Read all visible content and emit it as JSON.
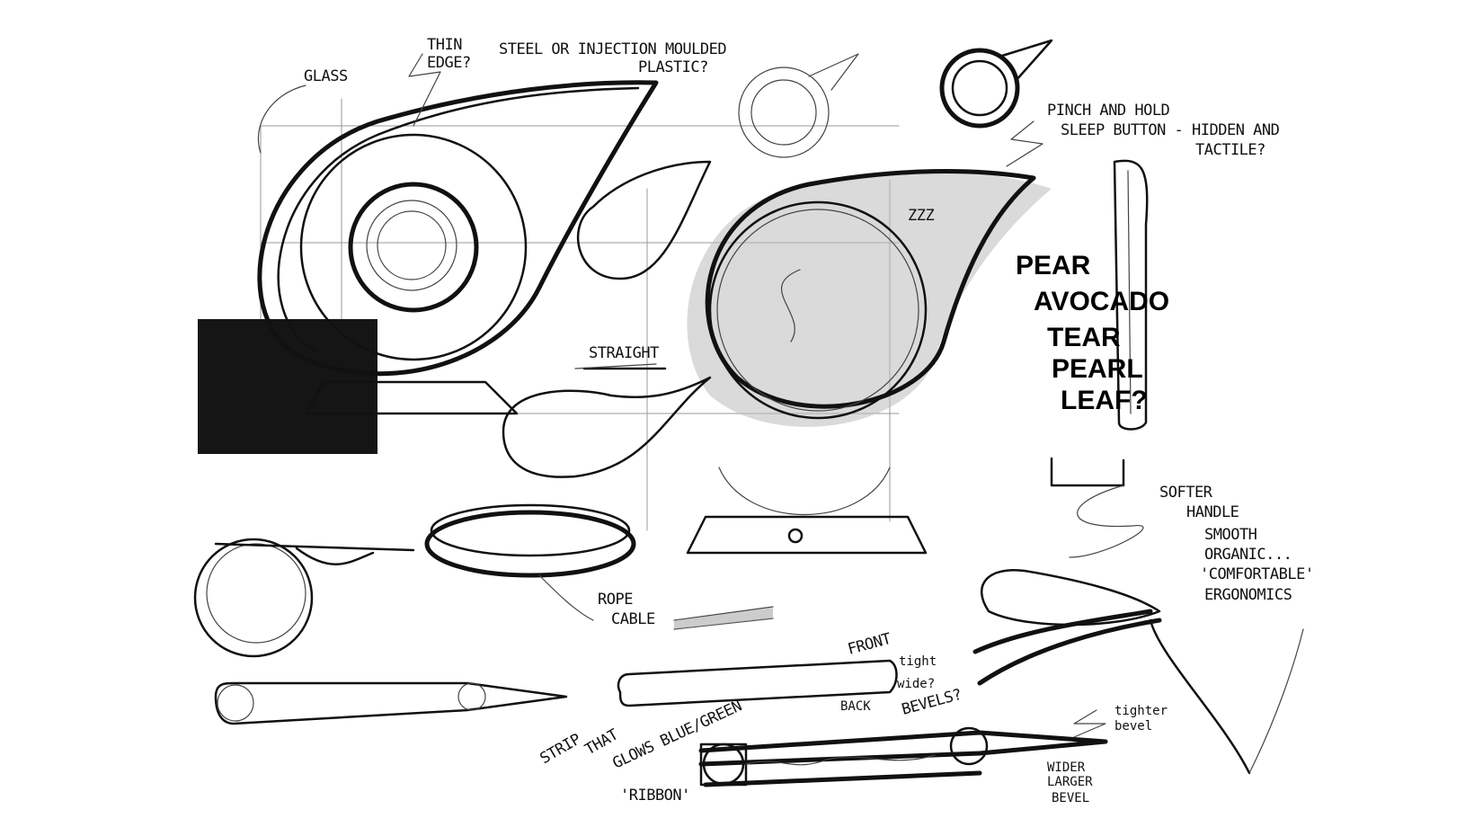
{
  "sketch": {
    "notes": {
      "glass": "GLASS",
      "thin_edge_1": "THIN",
      "thin_edge_2": "EDGE?",
      "material_1": "STEEL OR INJECTION MOULDED",
      "material_2": "PLASTIC?",
      "pinch_1": "PINCH AND HOLD",
      "pinch_2": "SLEEP BUTTON - HIDDEN AND",
      "pinch_3": "TACTILE?",
      "zzz": "ZZZ",
      "shape_1": "PEAR",
      "shape_2": "AVOCADO",
      "shape_3": "TEAR",
      "shape_4": "PEARL",
      "shape_5": "LEAF?",
      "straight": "STRAIGHT",
      "softer_1": "SOFTER",
      "softer_2": "HANDLE",
      "smooth_1": "SMOOTH",
      "smooth_2": "ORGANIC...",
      "smooth_3": "'COMFORTABLE'",
      "smooth_4": "ERGONOMICS",
      "rope_1": "ROPE",
      "rope_2": "CABLE",
      "front": "FRONT",
      "tight": "tight",
      "wide": "wide?",
      "back": "BACK",
      "bevels": "BEVELS?",
      "strip_1": "STRIP",
      "strip_2": "THAT",
      "strip_3": "GLOWS BLUE/GREEN",
      "ribbon": "'RIBBON'",
      "tighter_1": "tighter",
      "tighter_2": "bevel",
      "wider_1": "WIDER",
      "wider_2": "LARGER",
      "wider_3": "BEVEL"
    }
  }
}
